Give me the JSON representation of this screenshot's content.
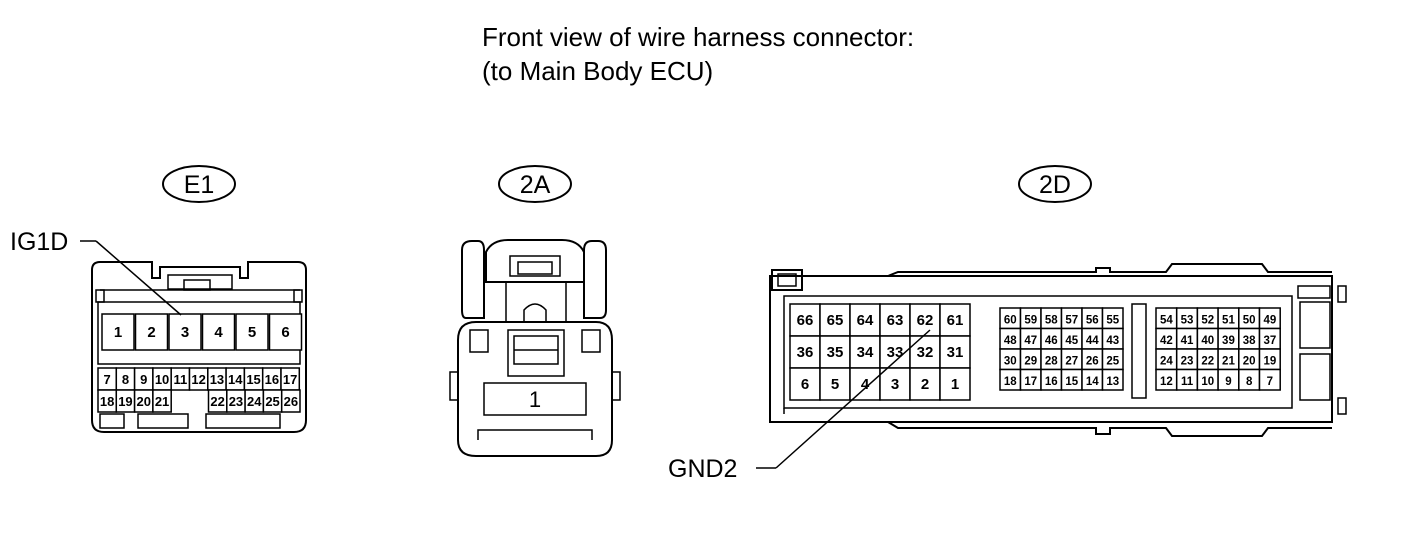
{
  "title_line1": "Front view of wire harness connector:",
  "title_line2": "(to Main Body ECU)",
  "connectors": {
    "e1": {
      "label": "E1",
      "pins_top": [
        "1",
        "2",
        "3",
        "4",
        "5",
        "6"
      ],
      "pins_mid": [
        "7",
        "8",
        "9",
        "10",
        "11",
        "12",
        "13",
        "14",
        "15",
        "16",
        "17"
      ],
      "pins_bot_left": [
        "18",
        "19",
        "20",
        "21"
      ],
      "pins_bot_right": [
        "22",
        "23",
        "24",
        "25",
        "26"
      ]
    },
    "c2a": {
      "label": "2A",
      "pins": [
        "1"
      ]
    },
    "c2d": {
      "label": "2D",
      "big_rows": [
        [
          "66",
          "65",
          "64",
          "63",
          "62",
          "61"
        ],
        [
          "36",
          "35",
          "34",
          "33",
          "32",
          "31"
        ],
        [
          "6",
          "5",
          "4",
          "3",
          "2",
          "1"
        ]
      ],
      "mid_rows": [
        [
          "60",
          "59",
          "58",
          "57",
          "56",
          "55"
        ],
        [
          "48",
          "47",
          "46",
          "45",
          "44",
          "43"
        ],
        [
          "30",
          "29",
          "28",
          "27",
          "26",
          "25"
        ],
        [
          "18",
          "17",
          "16",
          "15",
          "14",
          "13"
        ]
      ],
      "right_rows": [
        [
          "54",
          "53",
          "52",
          "51",
          "50",
          "49"
        ],
        [
          "42",
          "41",
          "40",
          "39",
          "38",
          "37"
        ],
        [
          "24",
          "23",
          "22",
          "21",
          "20",
          "19"
        ],
        [
          "12",
          "11",
          "10",
          "9",
          "8",
          "7"
        ]
      ]
    }
  },
  "callouts": {
    "ig1d": "IG1D",
    "gnd2": "GND2"
  }
}
